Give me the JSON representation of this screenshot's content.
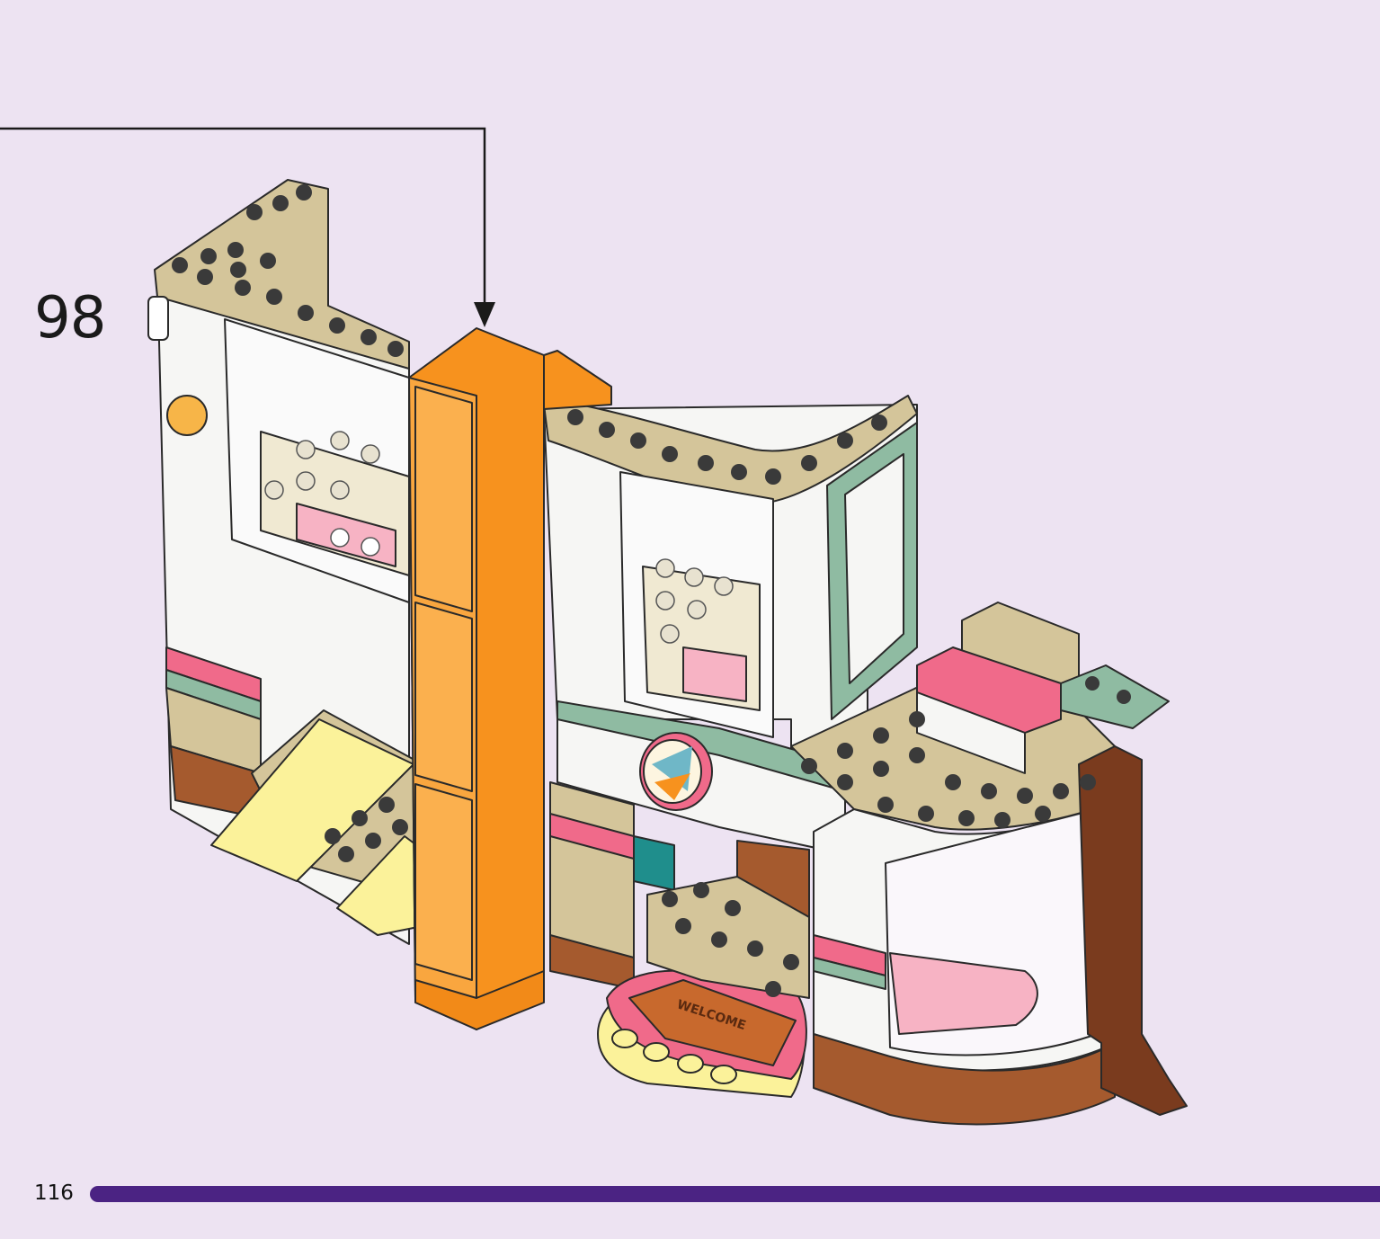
{
  "step": {
    "number": "98"
  },
  "page": {
    "number": "116"
  },
  "model": {
    "mat_text": "WELCOME"
  },
  "colors": {
    "background": "#ede3f2",
    "page_bar": "#4b2383",
    "tan": "#d4c59a",
    "orange": "#f7921e",
    "sand_green": "#8fbba2",
    "pink": "#f06a8a",
    "reddish_brown": "#a55a2e",
    "bright_light_yellow": "#fbf29a",
    "white": "#f6f6f4"
  },
  "icons": [
    "step-arrow-icon"
  ]
}
